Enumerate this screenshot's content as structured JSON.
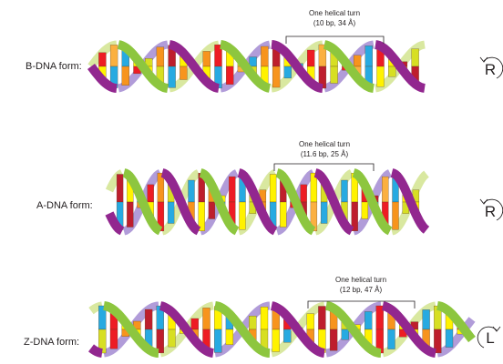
{
  "rows": [
    {
      "form_label": "B-DNA form:",
      "turn_title": "One helical turn",
      "turn_detail": "(10 bp, 34 Å)",
      "handedness": "R",
      "bases": [
        "#ed1c24",
        "#fbb040",
        "#27aae1",
        "#fff200",
        "#d7df23",
        "#f7941d",
        "#be1e2d",
        "#fff200",
        "#27aae1",
        "#f7941d",
        "#ed1c24",
        "#fff200",
        "#d7df23",
        "#27aae1",
        "#f7941d",
        "#be1e2d",
        "#fff200",
        "#27aae1",
        "#ed1c24",
        "#fbb040",
        "#d7df23",
        "#fff200",
        "#f7941d",
        "#27aae1",
        "#ed1c24",
        "#fff200",
        "#be1e2d",
        "#d7df23"
      ]
    },
    {
      "form_label": "A-DNA form:",
      "turn_title": "One helical turn",
      "turn_detail": "(11.6 bp, 25 Å)",
      "handedness": "R",
      "bases": [
        "#be1e2d",
        "#fff200",
        "#27aae1",
        "#ed1c24",
        "#f7941d",
        "#d7df23",
        "#fff200",
        "#27aae1",
        "#be1e2d",
        "#f7941d",
        "#fff200",
        "#ed1c24",
        "#27aae1",
        "#d7df23",
        "#f7941d",
        "#fff200",
        "#be1e2d",
        "#27aae1",
        "#ed1c24",
        "#fff200",
        "#d7df23",
        "#f7941d",
        "#27aae1",
        "#fff200",
        "#ed1c24",
        "#be1e2d",
        "#fbb040",
        "#27aae1",
        "#fff200",
        "#d7df23"
      ]
    },
    {
      "form_label": "Z-DNA form:",
      "turn_title": "One helical turn",
      "turn_detail": "(12 bp, 47 Å)",
      "handedness": "L",
      "bases": [
        "#27aae1",
        "#ed1c24",
        "#fff200",
        "#f7941d",
        "#be1e2d",
        "#27aae1",
        "#fff200",
        "#d7df23",
        "#ed1c24",
        "#f7941d",
        "#fff200",
        "#27aae1",
        "#be1e2d",
        "#d7df23",
        "#fff200",
        "#f7941d",
        "#ed1c24",
        "#27aae1",
        "#fff200",
        "#be1e2d",
        "#f7941d",
        "#d7df23",
        "#fff200",
        "#27aae1",
        "#ed1c24",
        "#f7941d",
        "#fff200",
        "#be1e2d",
        "#27aae1",
        "#d7df23",
        "#fff200",
        "#ed1c24"
      ]
    }
  ],
  "colors": {
    "strand_purple": "#92278f",
    "strand_green": "#8dc63f",
    "strand_purple_back": "#b19cd9",
    "strand_green_back": "#d9e8a0",
    "text": "#231f20"
  }
}
